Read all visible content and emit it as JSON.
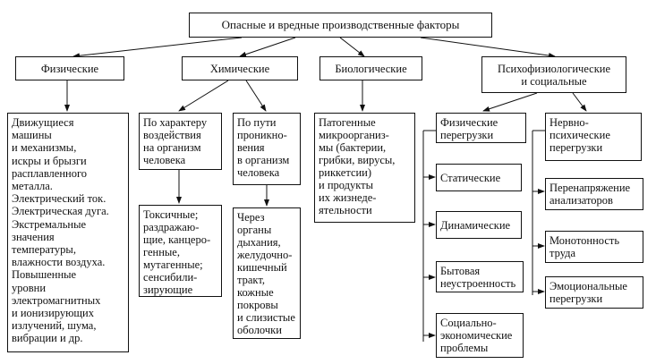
{
  "root": "Опасные и вредные производственные факторы",
  "categories": {
    "physical": "Физические",
    "chemical": "Химические",
    "biological": "Биологические",
    "psycho": "Психофизиологические\nи социальные"
  },
  "physical_detail": "Движущиеся\nмашины\nи механизмы,\nискры и брызги\nрасплавленного\nметалла.\nЭлектрический ток.\nЭлектрическая дуга.\nЭкстремальные\nзначения\nтемпературы,\nвлажности воздуха.\nПовышенные\nуровни\nэлектромагнитных\nи  ионизирующих\nизлучений, шума,\nвибрации и др.",
  "chemical_by_effect": "По характеру\nвоздействия\nна организм\nчеловека",
  "chemical_by_path": "По пути\nпроникно-\nвения\nв организм\nчеловека",
  "chemical_effect_detail": "Токсичные;\nраздражаю-\nщие, канцеро-\nгенные,\nмутагенные;\nсенсибили-\nзирующие",
  "chemical_path_detail": "Через\nорганы\nдыхания,\nжелудочно-\nкишечный\nтракт,\nкожные\nпокровы\nи слизистые\nоболочки",
  "biological_detail": "Патогенные\nмикроорганиз-\nмы (бактерии,\nгрибки, вирусы,\nриккетсии)\nи продукты\nих жизнеде-\nятельности",
  "physical_overload": "Физические\nперегрузки",
  "physical_overload_items": [
    "Статические",
    "Динамические",
    "Бытовая\nнеустроенность",
    "Социально-\nэкономические\nпроблемы"
  ],
  "neuro_overload": "Нервно-\nпсихические\nперегрузки",
  "neuro_overload_items": [
    "Перенапряжение\nанализаторов",
    "Монотонность\nтруда",
    "Эмоциональные\nперегрузки"
  ]
}
